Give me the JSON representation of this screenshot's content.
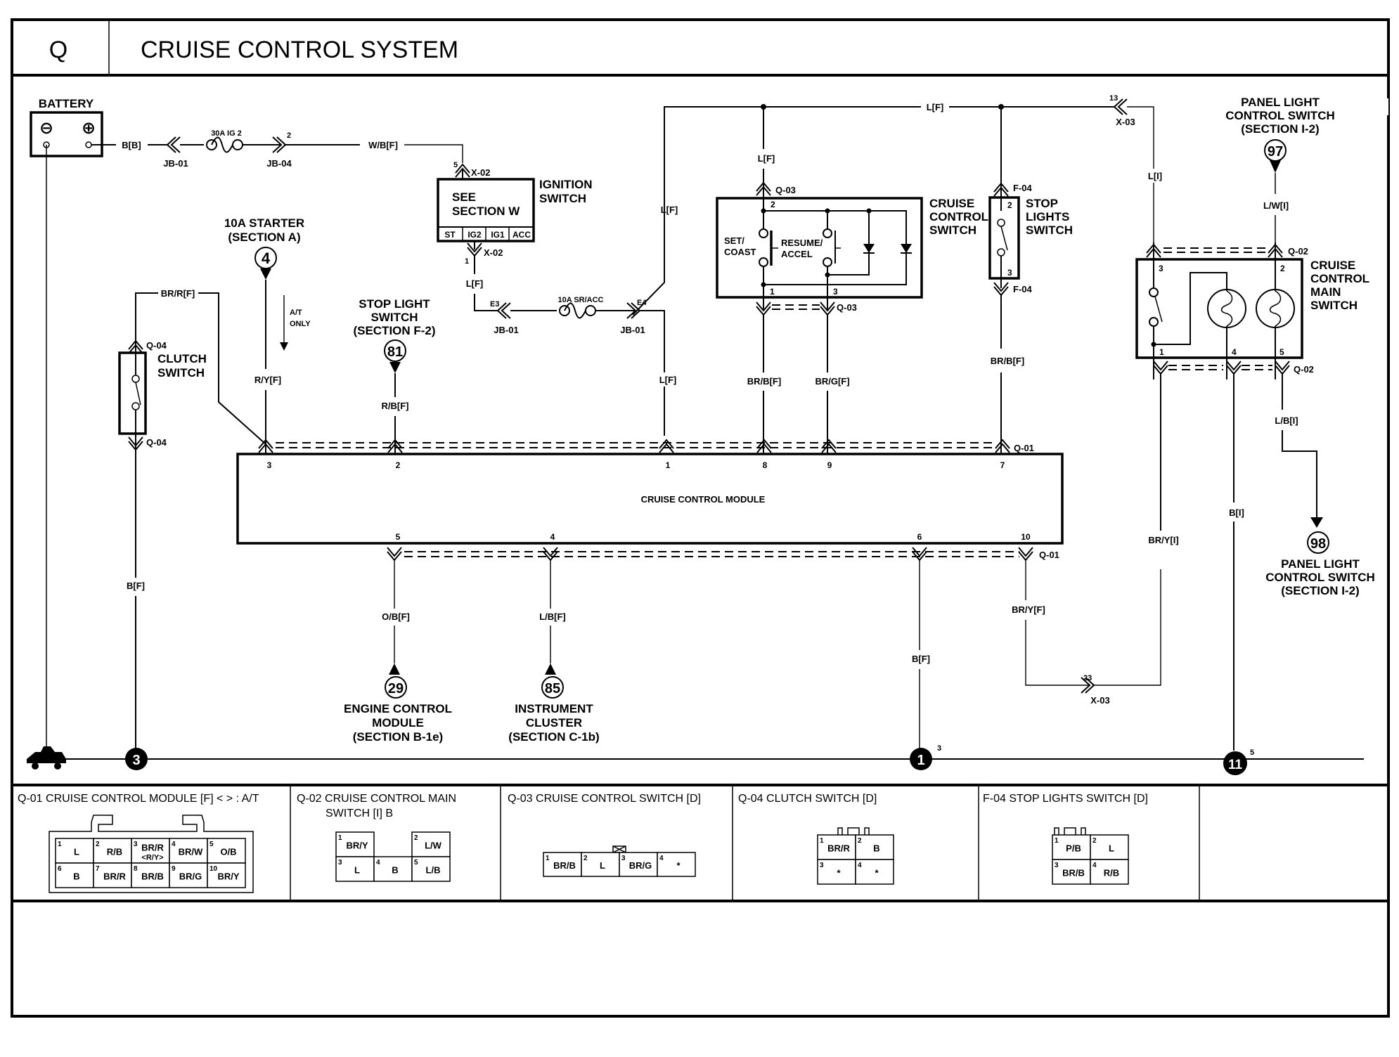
{
  "header": {
    "section_letter": "Q",
    "title": "CRUISE CONTROL SYSTEM"
  },
  "battery": {
    "label": "BATTERY",
    "neg_symbol": "⊖",
    "pos_symbol": "⊕",
    "wire": "B[B]"
  },
  "fuse_ig2": {
    "label": "30A IG 2",
    "in_connector": "JB-01",
    "out_connector": "JB-04",
    "out_pin": "2",
    "wire": "W/B[F]"
  },
  "ignition_switch": {
    "name_line1": "IGNITION",
    "name_line2": "SWITCH",
    "body_line1": "SEE",
    "body_line2": "SECTION W",
    "positions": [
      "ST",
      "IG2",
      "IG1",
      "ACC"
    ],
    "in_pin": "5",
    "in_connector": "X-02",
    "out_pin": "1",
    "out_connector": "X-02",
    "out_wire": "L[F]"
  },
  "fuse_sr_acc": {
    "label": "10A SR/ACC",
    "in_pin": "E3",
    "in_connector": "JB-01",
    "out_pin": "E4",
    "out_connector": "JB-01",
    "riser_wire": "L[F]",
    "to_module_wire": "L[F]"
  },
  "top_bus": {
    "wire": "L[F]",
    "x03_pin": "13",
    "x03_connector": "X-03",
    "main_switch_feed": "L[I]"
  },
  "starter_ref": {
    "line1": "10A STARTER",
    "line2": "(SECTION A)",
    "ref_number": "4",
    "note_line1": "A/T",
    "note_line2": "ONLY",
    "wire": "R/Y[F]"
  },
  "stop_light_ref": {
    "line1": "STOP LIGHT",
    "line2": "SWITCH",
    "line3": "(SECTION F-2)",
    "ref_number": "81",
    "wire": "R/B[F]"
  },
  "clutch_switch": {
    "line1": "CLUTCH",
    "line2": "SWITCH",
    "connector_top": "Q-04",
    "connector_bottom": "Q-04",
    "top_wire": "BR/R[F]",
    "ground_wire": "B[F]"
  },
  "cruise_control_switch": {
    "line1": "CRUISE",
    "line2": "CONTROL",
    "line3": "SWITCH",
    "set_line1": "SET/",
    "set_line2": "COAST",
    "resume_line1": "RESUME/",
    "resume_line2": "ACCEL",
    "connector_top": "Q-03",
    "connector_bottom": "Q-03",
    "pin_top": "2",
    "pin_left": "1",
    "pin_right": "3",
    "feed_wire": "L[F]",
    "wire_pin1": "BR/B[F]",
    "wire_pin3": "BR/G[F]"
  },
  "stop_lights_switch": {
    "line1": "STOP",
    "line2": "LIGHTS",
    "line3": "SWITCH",
    "connector_top": "F-04",
    "connector_bottom": "F-04",
    "pin_top": "2",
    "pin_bottom": "3",
    "out_wire": "BR/B[F]"
  },
  "cruise_control_module": {
    "label": "CRUISE CONTROL MODULE",
    "connector": "Q-01",
    "top_pins": [
      "3",
      "2",
      "1",
      "8",
      "9",
      "7"
    ],
    "bottom_pins": [
      "5",
      "4",
      "6",
      "10"
    ],
    "wire_pin1": "L[F]",
    "wire_pin5": "O/B[F]",
    "wire_pin4": "L/B[F]",
    "wire_pin6": "B[F]",
    "wire_pin10": "BR/Y[F]"
  },
  "main_switch": {
    "line1": "CRUISE",
    "line2": "CONTROL",
    "line3": "MAIN",
    "line4": "SWITCH",
    "connector": "Q-02",
    "pins": {
      "p1": "1",
      "p2": "2",
      "p3": "3",
      "p4": "4",
      "p5": "5"
    },
    "wire_pin1": "BR/Y[I]",
    "wire_pin4": "B[I]",
    "wire_pin5": "L/B[I]",
    "wire_pin2": "L/W[I]",
    "x03_pin": "23",
    "x03_connector": "X-03"
  },
  "panel_light_97": {
    "line1": "PANEL LIGHT",
    "line2": "CONTROL SWITCH",
    "line3": "(SECTION I-2)",
    "ref_number": "97"
  },
  "panel_light_98": {
    "line1": "PANEL LIGHT",
    "line2": "CONTROL SWITCH",
    "line3": "(SECTION I-2)",
    "ref_number": "98"
  },
  "ecm_ref": {
    "line1": "ENGINE CONTROL",
    "line2": "MODULE",
    "line3": "(SECTION B-1e)",
    "ref_number": "29"
  },
  "cluster_ref": {
    "line1": "INSTRUMENT",
    "line2": "CLUSTER",
    "line3": "(SECTION C-1b)",
    "ref_number": "85"
  },
  "grounds": [
    {
      "number": "3",
      "sup": ""
    },
    {
      "number": "1",
      "sup": "3"
    },
    {
      "number": "11",
      "sup": "5"
    }
  ],
  "legend": {
    "q01": {
      "title": "Q-01 CRUISE CONTROL MODULE [F]  < > : A/T",
      "cells": [
        {
          "pin": "1",
          "wire": "L"
        },
        {
          "pin": "2",
          "wire": "R/B"
        },
        {
          "pin": "3",
          "wire": "BR/R",
          "alt": "<R/Y>"
        },
        {
          "pin": "4",
          "wire": "BR/W"
        },
        {
          "pin": "5",
          "wire": "O/B"
        },
        {
          "pin": "6",
          "wire": "B"
        },
        {
          "pin": "7",
          "wire": "BR/R"
        },
        {
          "pin": "8",
          "wire": "BR/B"
        },
        {
          "pin": "9",
          "wire": "BR/G"
        },
        {
          "pin": "10",
          "wire": "BR/Y"
        }
      ]
    },
    "q02": {
      "title_line1": "Q-02 CRUISE CONTROL MAIN",
      "title_line2": "SWITCH [I] B",
      "cells": [
        {
          "pin": "1",
          "wire": "BR/Y"
        },
        {
          "pin": "2",
          "wire": "L/W"
        },
        {
          "pin": "3",
          "wire": "L"
        },
        {
          "pin": "4",
          "wire": "B"
        },
        {
          "pin": "5",
          "wire": "L/B"
        }
      ]
    },
    "q03": {
      "title": "Q-03 CRUISE CONTROL SWITCH [D]",
      "cells": [
        {
          "pin": "1",
          "wire": "BR/B"
        },
        {
          "pin": "2",
          "wire": "L"
        },
        {
          "pin": "3",
          "wire": "BR/G"
        },
        {
          "pin": "4",
          "wire": "*"
        }
      ]
    },
    "q04": {
      "title": "Q-04 CLUTCH SWITCH [D]",
      "cells": [
        {
          "pin": "1",
          "wire": "BR/R"
        },
        {
          "pin": "2",
          "wire": "B"
        },
        {
          "pin": "3",
          "wire": "*"
        },
        {
          "pin": "4",
          "wire": "*"
        }
      ]
    },
    "f04": {
      "title": "F-04 STOP LIGHTS SWITCH [D]",
      "cells": [
        {
          "pin": "1",
          "wire": "P/B"
        },
        {
          "pin": "2",
          "wire": "L"
        },
        {
          "pin": "3",
          "wire": "BR/B"
        },
        {
          "pin": "4",
          "wire": "R/B"
        }
      ]
    }
  }
}
